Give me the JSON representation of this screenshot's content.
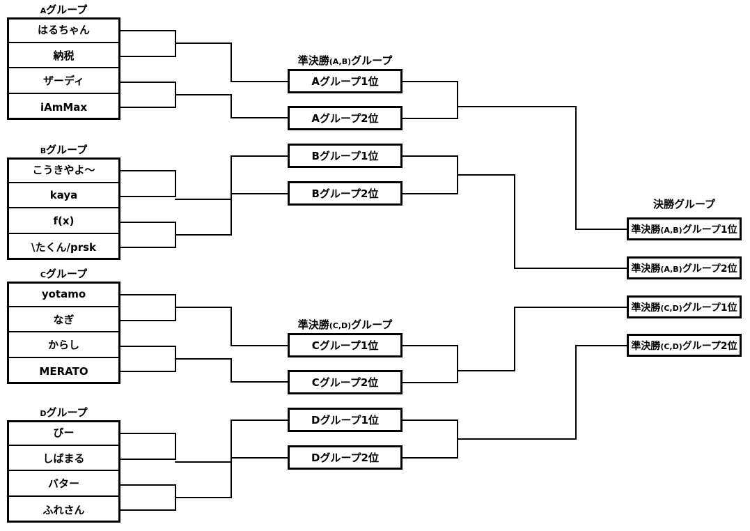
{
  "diagram": {
    "title_groups": [
      "Aグループ",
      "Bグループ",
      "Cグループ",
      "Dグループ"
    ],
    "stage_ab_title_main1": "準決勝",
    "stage_ab_title_sub": "(A,B)",
    "stage_ab_title_main2": "グループ",
    "stage_cd_title_main1": "準決勝",
    "stage_cd_title_sub": "(C,D)",
    "stage_cd_title_main2": "グループ",
    "final_title": "決勝グループ"
  },
  "groups": [
    {
      "id": "A",
      "label_letter": "A",
      "label_rest": "グループ",
      "players": [
        "はるちゃん",
        "納税",
        "ザーディ",
        "iAmMax"
      ]
    },
    {
      "id": "B",
      "label_letter": "B",
      "label_rest": "グループ",
      "players": [
        "こうきやよ〜",
        "kaya",
        "f(x)",
        "\\たくん/prsk"
      ]
    },
    {
      "id": "C",
      "label_letter": "C",
      "label_rest": "グループ",
      "players": [
        "yotamo",
        "なぎ",
        "からし",
        "MERATO"
      ]
    },
    {
      "id": "D",
      "label_letter": "D",
      "label_rest": "グループ",
      "players": [
        "びー",
        "しばまる",
        "バター",
        "ふれさん"
      ]
    }
  ],
  "semifinal_ab": {
    "title_main1": "準決勝",
    "title_sub": "(A,B)",
    "title_main2": "グループ",
    "slots": [
      "Aグループ1位",
      "Aグループ2位",
      "Bグループ1位",
      "Bグループ2位"
    ]
  },
  "semifinal_cd": {
    "title_main1": "準決勝",
    "title_sub": "(C,D)",
    "title_main2": "グループ",
    "slots": [
      "Cグループ1位",
      "Cグループ2位",
      "Dグループ1位",
      "Dグループ2位"
    ]
  },
  "final": {
    "title": "決勝グループ",
    "slots": [
      {
        "main1": "準決勝",
        "sub": "(A,B)",
        "main2": "グループ",
        "rank": "1位"
      },
      {
        "main1": "準決勝",
        "sub": "(A,B)",
        "main2": "グループ",
        "rank": "2位"
      },
      {
        "main1": "準決勝",
        "sub": "(C,D)",
        "main2": "グループ",
        "rank": "1位"
      },
      {
        "main1": "準決勝",
        "sub": "(C,D)",
        "main2": "グループ",
        "rank": "2位"
      }
    ]
  },
  "colors": {
    "line": "#000000",
    "background": "#ffffff",
    "text": "#000000"
  }
}
